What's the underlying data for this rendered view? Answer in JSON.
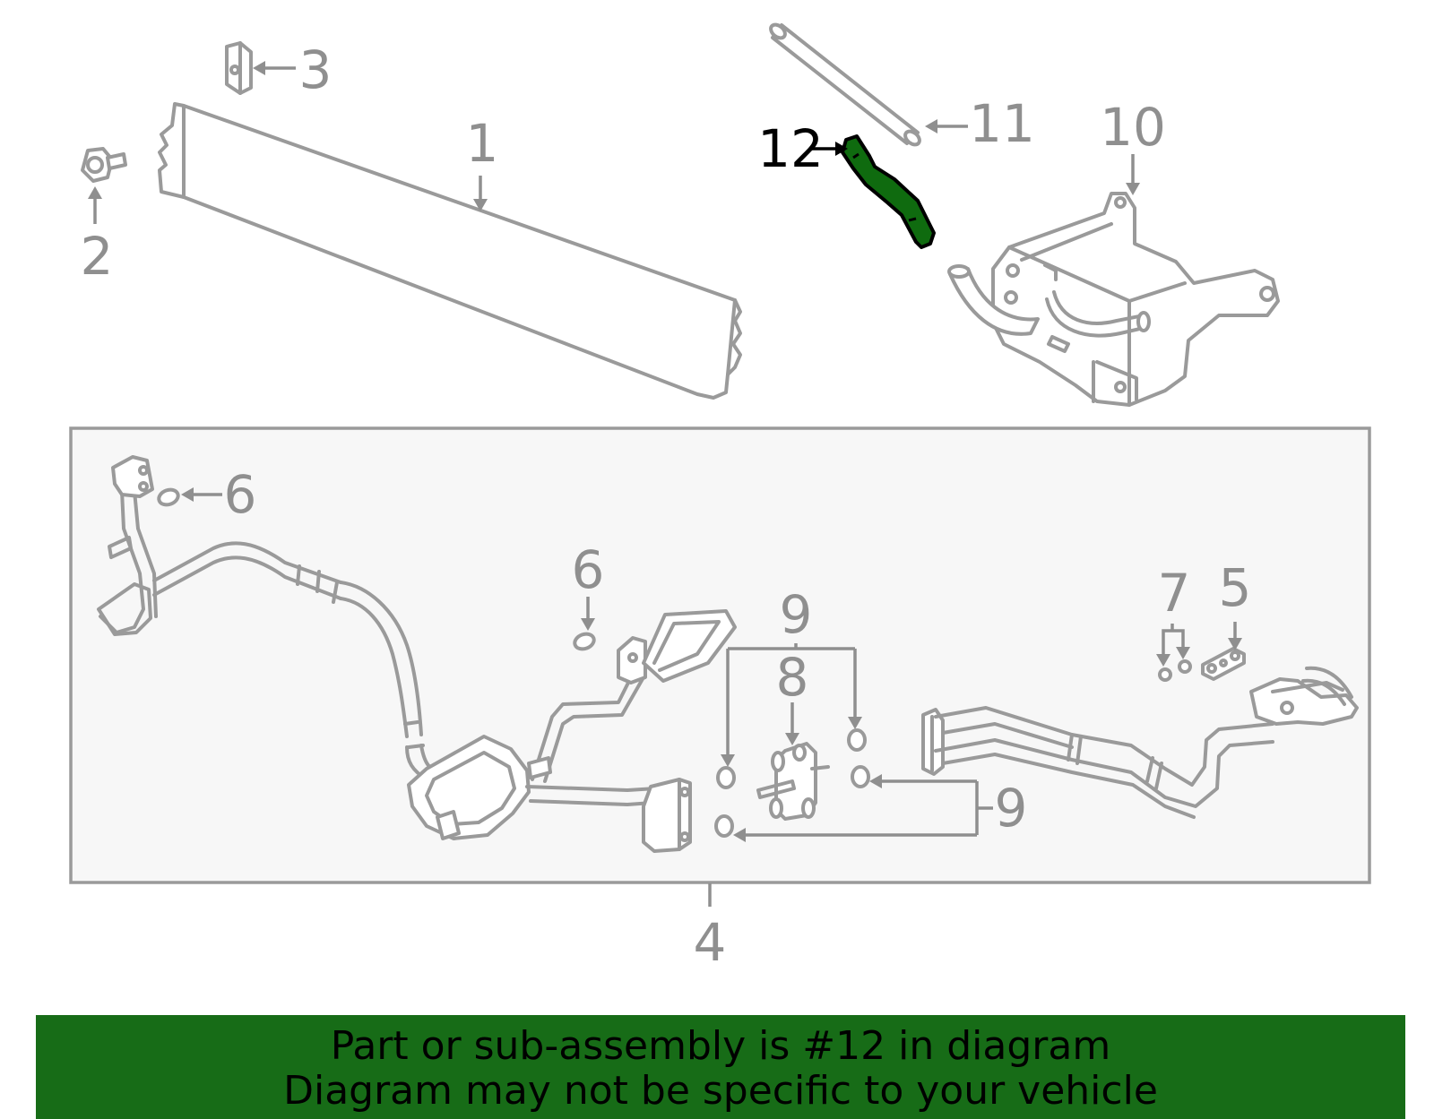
{
  "callouts": {
    "c1": "1",
    "c2": "2",
    "c3": "3",
    "c4": "4",
    "c5": "5",
    "c6a": "6",
    "c6b": "6",
    "c7": "7",
    "c8": "8",
    "c9a": "9",
    "c9b": "9",
    "c10": "10",
    "c11": "11",
    "c12": "12"
  },
  "highlighted_part": "12",
  "colors": {
    "highlight": "#0f6b0f",
    "banner": "#176c17",
    "line": "#9a9a9a"
  },
  "banner": {
    "line1": "Part or sub-assembly is #12 in diagram",
    "line2": "Diagram may not be specific to your vehicle"
  }
}
